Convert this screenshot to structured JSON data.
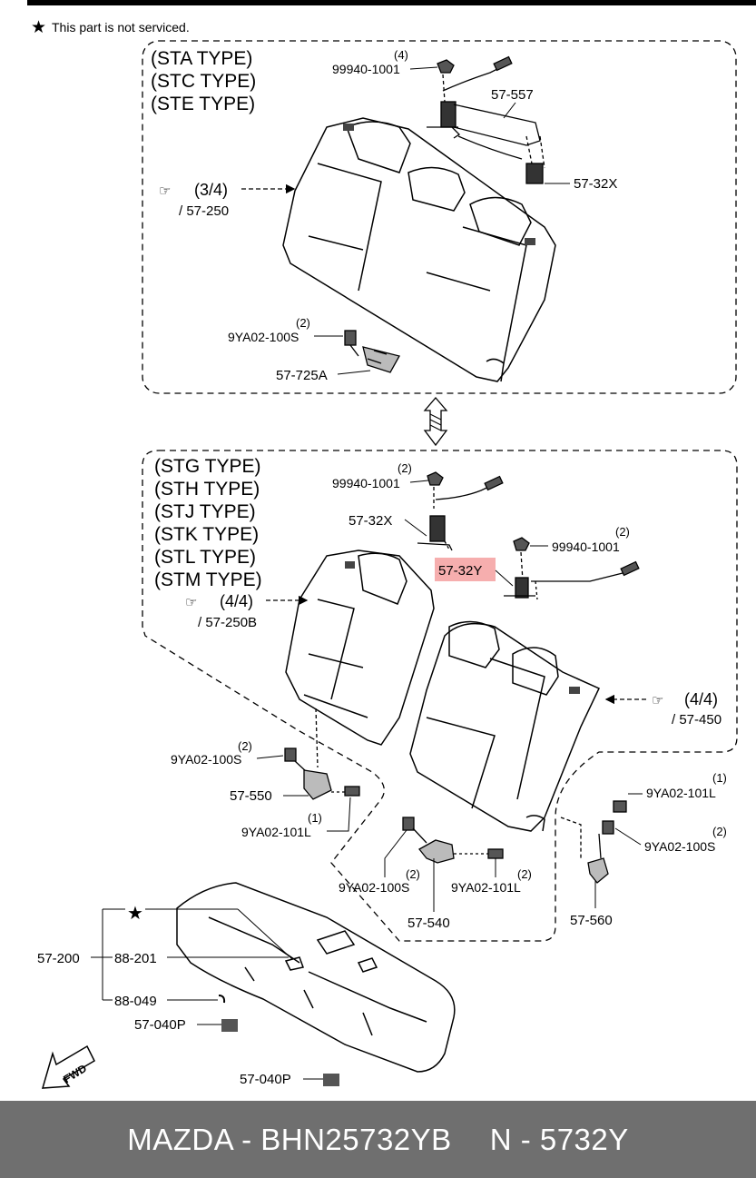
{
  "notice": {
    "star": "★",
    "text": "This part is not serviced."
  },
  "group_upper": {
    "types": [
      "(STA TYPE)",
      "(STC TYPE)",
      "(STE TYPE)"
    ],
    "ref_fraction": "(3/4)",
    "ref_code": "/ 57-250",
    "labels": {
      "qty_4": "(4)",
      "p_99940": "99940-1001",
      "p_57557": "57-557",
      "p_5732x": "57-32X",
      "qty_2": "(2)",
      "p_9ya100s": "9YA02-100S",
      "p_57725a": "57-725A"
    }
  },
  "group_lower": {
    "types": [
      "(STG TYPE)",
      "(STH TYPE)",
      "(STJ TYPE)",
      "(STK TYPE)",
      "(STL TYPE)",
      "(STM TYPE)"
    ],
    "ref_left_fraction": "(4/4)",
    "ref_left_code": "/ 57-250B",
    "ref_right_fraction": "(4/4)",
    "ref_right_code": "/ 57-450",
    "labels": {
      "qty_a": "(2)",
      "p_99940_a": "99940-1001",
      "p_5732x": "57-32X",
      "qty_b": "(2)",
      "p_99940_b": "99940-1001",
      "p_5732y": "57-32Y",
      "qty_c": "(2)",
      "p_100s_a": "9YA02-100S",
      "p_57550": "57-550",
      "qty_d": "(1)",
      "p_101l_a": "9YA02-101L",
      "qty_e": "(1)",
      "p_101l_b": "9YA02-101L",
      "qty_f": "(2)",
      "p_100s_b": "9YA02-100S",
      "qty_g": "(2)",
      "p_100s_c": "9YA02-100S",
      "p_57540": "57-540",
      "qty_h": "(2)",
      "p_101l_c": "9YA02-101L",
      "p_57560": "57-560"
    }
  },
  "cushion": {
    "star": "★",
    "p_57200": "57-200",
    "p_88201": "88-201",
    "p_88049": "88-049",
    "p_57040p_a": "57-040P",
    "p_57040p_b": "57-040P",
    "fwd": "FWD"
  },
  "highlight": {
    "part": "57-32Y",
    "color": "#f4a0a0"
  },
  "footer": {
    "brand": "MAZDA - BHN25732YB",
    "code": "N - 5732Y",
    "bg": "#6f6f6f"
  }
}
